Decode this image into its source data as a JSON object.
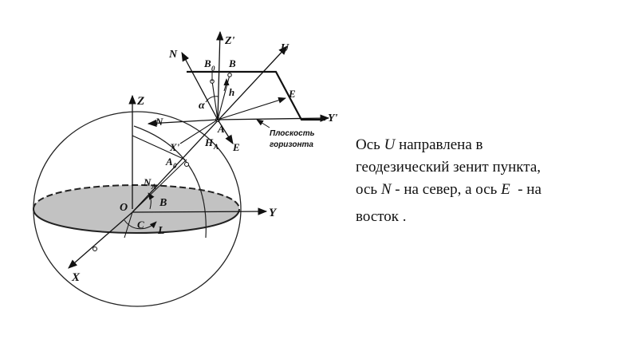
{
  "diagram": {
    "labels": {
      "Z": "Z",
      "Zp": "Z'",
      "N_top": "N",
      "U": "U",
      "B0": "B",
      "B0_sub": "0",
      "B": "B",
      "h": "h",
      "alpha": "α",
      "E_plane": "E",
      "A": "A",
      "Yp": "Y'",
      "plane_line1": "Плоскость",
      "plane_line2": "горизонта",
      "N_mid": "N",
      "Xp": "X'",
      "HA": "H",
      "HA_sub": "A",
      "E_mid": "E",
      "A0": "A",
      "A0_sub": "0",
      "NA": "N",
      "NA_sub": "A",
      "B_lat": "B",
      "O": "O",
      "Y": "Y",
      "C": "C",
      "L": "L",
      "X": "X"
    }
  },
  "caption": {
    "l1a": "Ось ",
    "l1v": "U",
    "l1b": " направлена в",
    "l2": "геодезический зенит пункта,",
    "l3a": "ось ",
    "l3v": "N",
    "l3b": " - на север, а ось ",
    "l3v2": "E",
    "l3c": "  - на",
    "l4": "восток ."
  }
}
